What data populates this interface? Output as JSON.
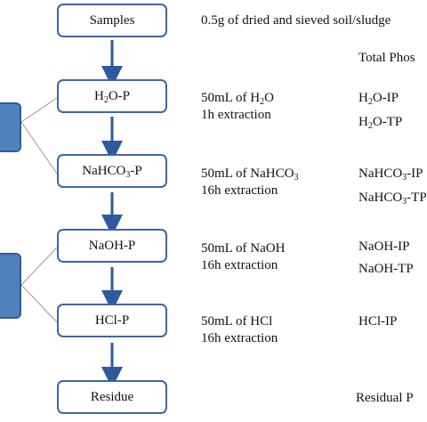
{
  "steps": [
    {
      "name": "Samples",
      "desc": [
        "0.5g of dried and sieved soil/sludge"
      ],
      "fractions": []
    },
    {
      "name": "H2O-P",
      "desc": [
        "50mL of H2O",
        "1h extraction"
      ],
      "fractions": [
        "H2O-IP",
        "H2O-TP"
      ]
    },
    {
      "name": "NaHCO3-P",
      "desc": [
        "50mL of NaHCO3",
        "16h extraction"
      ],
      "fractions": [
        "NaHCO3-IP",
        "NaHCO3-TP"
      ]
    },
    {
      "name": "NaOH-P",
      "desc": [
        "50mL of NaOH",
        "16h extraction"
      ],
      "fractions": [
        "NaOH-IP",
        "NaOH-TP"
      ]
    },
    {
      "name": "HCl-P",
      "desc": [
        "50mL of HCl",
        "16h extraction"
      ],
      "fractions": [
        "HCl-IP"
      ]
    },
    {
      "name": "Residue",
      "desc": [],
      "fractions": [
        "Residual P"
      ]
    }
  ],
  "column_header": "Total Phos",
  "colors": {
    "box_border": "#3a67a8",
    "arrow": "#2e5a9c",
    "side_fill": "#4f81bd",
    "connector": "#9a9a9a"
  }
}
